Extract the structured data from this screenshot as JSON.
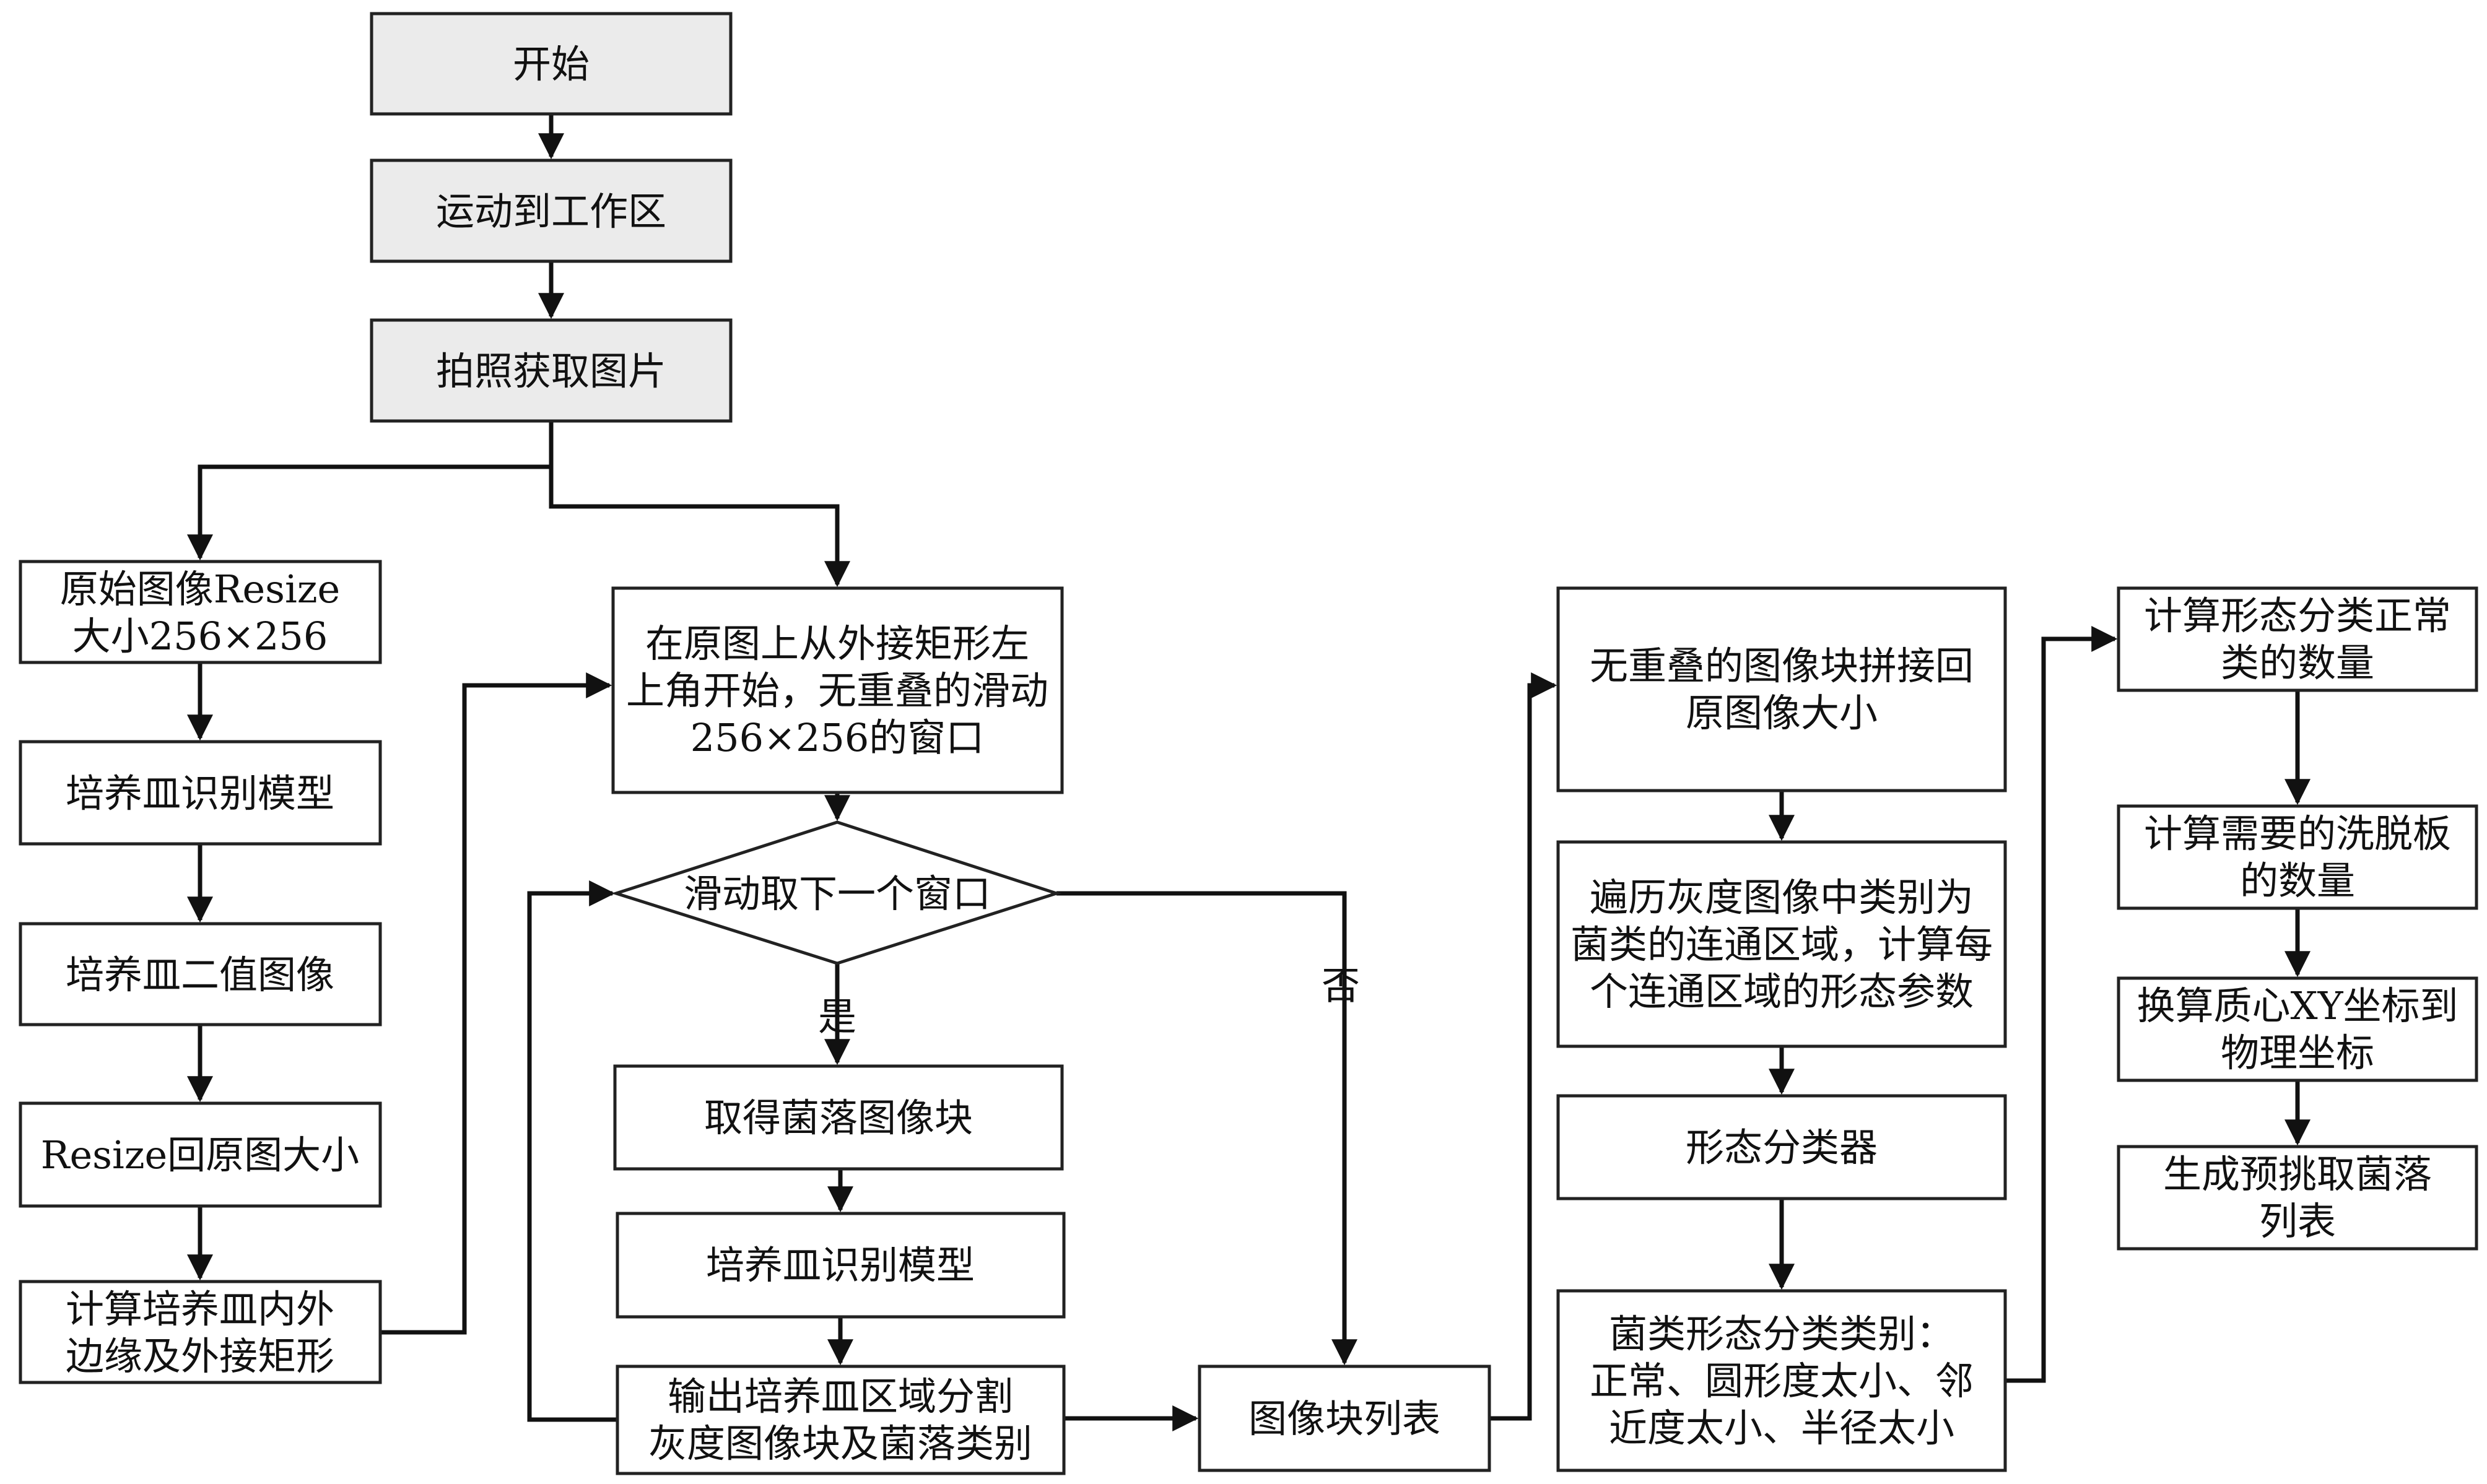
{
  "diagram": {
    "nodes": [
      {
        "id": "start",
        "lines": [
          "开始"
        ],
        "shape": "rect",
        "fill": "#ebebeb"
      },
      {
        "id": "move",
        "lines": [
          "运动到工作区"
        ],
        "shape": "rect",
        "fill": "#ebebeb"
      },
      {
        "id": "photo",
        "lines": [
          "拍照获取图片"
        ],
        "shape": "rect",
        "fill": "#ebebeb"
      },
      {
        "id": "resize",
        "lines": [
          "原始图像Resize",
          "大小256×256"
        ],
        "shape": "rect",
        "fill": "#ffffff"
      },
      {
        "id": "dish_model_1",
        "lines": [
          "培养皿识别模型"
        ],
        "shape": "rect",
        "fill": "#ffffff"
      },
      {
        "id": "binary",
        "lines": [
          "培养皿二值图像"
        ],
        "shape": "rect",
        "fill": "#ffffff"
      },
      {
        "id": "resize_back",
        "lines": [
          "Resize回原图大小"
        ],
        "shape": "rect",
        "fill": "#ffffff"
      },
      {
        "id": "edges",
        "lines": [
          "计算培养皿内外",
          "边缘及外接矩形"
        ],
        "shape": "rect",
        "fill": "#ffffff"
      },
      {
        "id": "window",
        "lines": [
          "在原图上从外接矩形左",
          "上角开始，无重叠的滑动",
          "256×256的窗口"
        ],
        "shape": "rect",
        "fill": "#ffffff"
      },
      {
        "id": "next_window",
        "lines": [
          "滑动取下一个窗口"
        ],
        "shape": "diamond",
        "fill": "#ffffff"
      },
      {
        "id": "get_patch",
        "lines": [
          "取得菌落图像块"
        ],
        "shape": "rect",
        "fill": "#ffffff"
      },
      {
        "id": "dish_model_2",
        "lines": [
          "培养皿识别模型"
        ],
        "shape": "rect",
        "fill": "#ffffff"
      },
      {
        "id": "output",
        "lines": [
          "输出培养皿区域分割",
          "灰度图像块及菌落类别"
        ],
        "shape": "rect",
        "fill": "#ffffff"
      },
      {
        "id": "patch_list",
        "lines": [
          "图像块列表"
        ],
        "shape": "rect",
        "fill": "#ffffff"
      },
      {
        "id": "stitch",
        "lines": [
          "无重叠的图像块拼接回",
          "原图像大小"
        ],
        "shape": "rect",
        "fill": "#ffffff"
      },
      {
        "id": "traverse",
        "lines": [
          "遍历灰度图像中类别为",
          "菌类的连通区域，计算每",
          "个连通区域的形态参数"
        ],
        "shape": "rect",
        "fill": "#ffffff"
      },
      {
        "id": "classifier",
        "lines": [
          "形态分类器"
        ],
        "shape": "rect",
        "fill": "#ffffff"
      },
      {
        "id": "categories",
        "lines": [
          "菌类形态分类类别：",
          "正常、圆形度太小、邻",
          "近度太小、半径太小"
        ],
        "shape": "rect",
        "fill": "#ffffff"
      },
      {
        "id": "count_normal",
        "lines": [
          "计算形态分类正常",
          "类的数量"
        ],
        "shape": "rect",
        "fill": "#ffffff"
      },
      {
        "id": "count_plates",
        "lines": [
          "计算需要的洗脱板",
          "的数量"
        ],
        "shape": "rect",
        "fill": "#ffffff"
      },
      {
        "id": "convert_xy",
        "lines": [
          "换算质心XY坐标到",
          "物理坐标"
        ],
        "shape": "rect",
        "fill": "#ffffff"
      },
      {
        "id": "pick_list",
        "lines": [
          "生成预挑取菌落",
          "列表"
        ],
        "shape": "rect",
        "fill": "#ffffff"
      }
    ],
    "edges": [
      {
        "from": "start",
        "to": "move",
        "label": ""
      },
      {
        "from": "move",
        "to": "photo",
        "label": ""
      },
      {
        "from": "photo",
        "to": "resize",
        "label": ""
      },
      {
        "from": "photo",
        "to": "window",
        "label": ""
      },
      {
        "from": "resize",
        "to": "dish_model_1",
        "label": ""
      },
      {
        "from": "dish_model_1",
        "to": "binary",
        "label": ""
      },
      {
        "from": "binary",
        "to": "resize_back",
        "label": ""
      },
      {
        "from": "resize_back",
        "to": "edges",
        "label": ""
      },
      {
        "from": "edges",
        "to": "window",
        "label": ""
      },
      {
        "from": "window",
        "to": "next_window",
        "label": ""
      },
      {
        "from": "next_window",
        "to": "get_patch",
        "label": "是"
      },
      {
        "from": "next_window",
        "to": "patch_list",
        "label": "否"
      },
      {
        "from": "get_patch",
        "to": "dish_model_2",
        "label": ""
      },
      {
        "from": "dish_model_2",
        "to": "output",
        "label": ""
      },
      {
        "from": "output",
        "to": "next_window",
        "label": ""
      },
      {
        "from": "output",
        "to": "patch_list",
        "label": ""
      },
      {
        "from": "patch_list",
        "to": "stitch",
        "label": ""
      },
      {
        "from": "stitch",
        "to": "traverse",
        "label": ""
      },
      {
        "from": "traverse",
        "to": "classifier",
        "label": ""
      },
      {
        "from": "classifier",
        "to": "categories",
        "label": ""
      },
      {
        "from": "categories",
        "to": "count_normal",
        "label": ""
      },
      {
        "from": "count_normal",
        "to": "count_plates",
        "label": ""
      },
      {
        "from": "count_plates",
        "to": "convert_xy",
        "label": ""
      },
      {
        "from": "convert_xy",
        "to": "pick_list",
        "label": ""
      }
    ]
  }
}
